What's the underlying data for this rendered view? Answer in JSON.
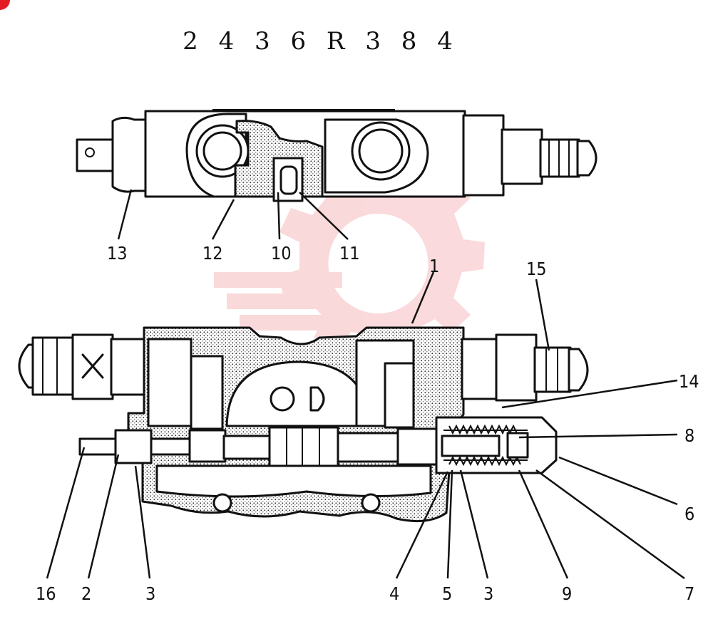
{
  "diagram": {
    "part_number": "2 4 3 6 R 3 8 4",
    "callouts": {
      "c13": "13",
      "c12": "12",
      "c10": "10",
      "c11": "11",
      "c1": "1",
      "c15": "15",
      "c14": "14",
      "c8": "8",
      "c6": "6",
      "c7": "7",
      "c9": "9",
      "c3b": "3",
      "c5": "5",
      "c4": "4",
      "c3a": "3",
      "c2": "2",
      "c16": "16"
    }
  },
  "colors": {
    "ink": "#111111",
    "watermark": "#e31b23",
    "background": "#ffffff"
  }
}
